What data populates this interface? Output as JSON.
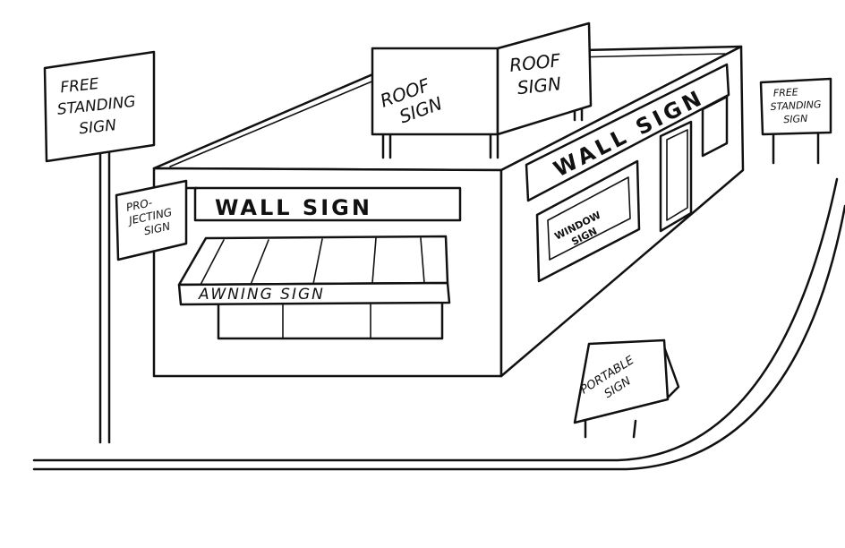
{
  "signs": {
    "free_standing_left": [
      "FREE",
      "STANDING",
      "SIGN"
    ],
    "free_standing_right": [
      "FREE",
      "STANDING",
      "SIGN"
    ],
    "roof_left": [
      "ROOF",
      "SIGN"
    ],
    "roof_right": [
      "ROOF",
      "SIGN"
    ],
    "wall_front": "WALL SIGN",
    "wall_side": "WALL SIGN",
    "projecting": [
      "PRO-",
      "JECTING",
      "SIGN"
    ],
    "awning": "AWNING SIGN",
    "window": [
      "WINDOW",
      "SIGN"
    ],
    "portable": [
      "PORTABLE",
      "SIGN"
    ]
  }
}
